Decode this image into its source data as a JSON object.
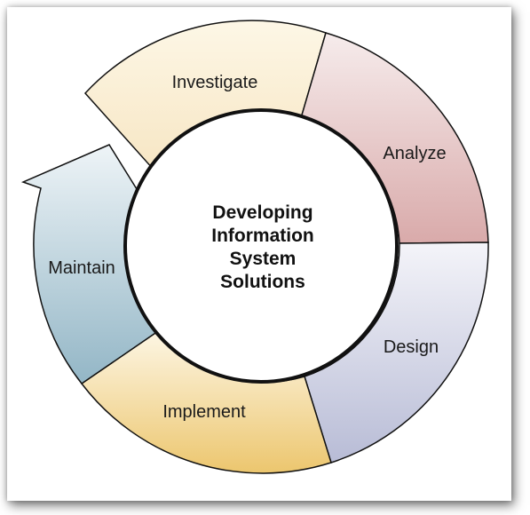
{
  "diagram": {
    "center_lines": [
      "Developing",
      "Information",
      "System",
      "Solutions"
    ],
    "segments": [
      {
        "id": "investigate",
        "label": "Investigate",
        "color_top": "#fdf7e6",
        "color_bottom": "#f7e6c4"
      },
      {
        "id": "analyze",
        "label": "Analyze",
        "color_top": "#f6ecec",
        "color_bottom": "#d9aaaa"
      },
      {
        "id": "design",
        "label": "Design",
        "color_top": "#f4f4f9",
        "color_bottom": "#b8bcd6"
      },
      {
        "id": "implement",
        "label": "Implement",
        "color_top": "#fdf6e4",
        "color_bottom": "#ecc66e"
      },
      {
        "id": "maintain",
        "label": "Maintain",
        "color_top": "#eef4f7",
        "color_bottom": "#93b6c6"
      }
    ],
    "outline_color": "#111111"
  }
}
